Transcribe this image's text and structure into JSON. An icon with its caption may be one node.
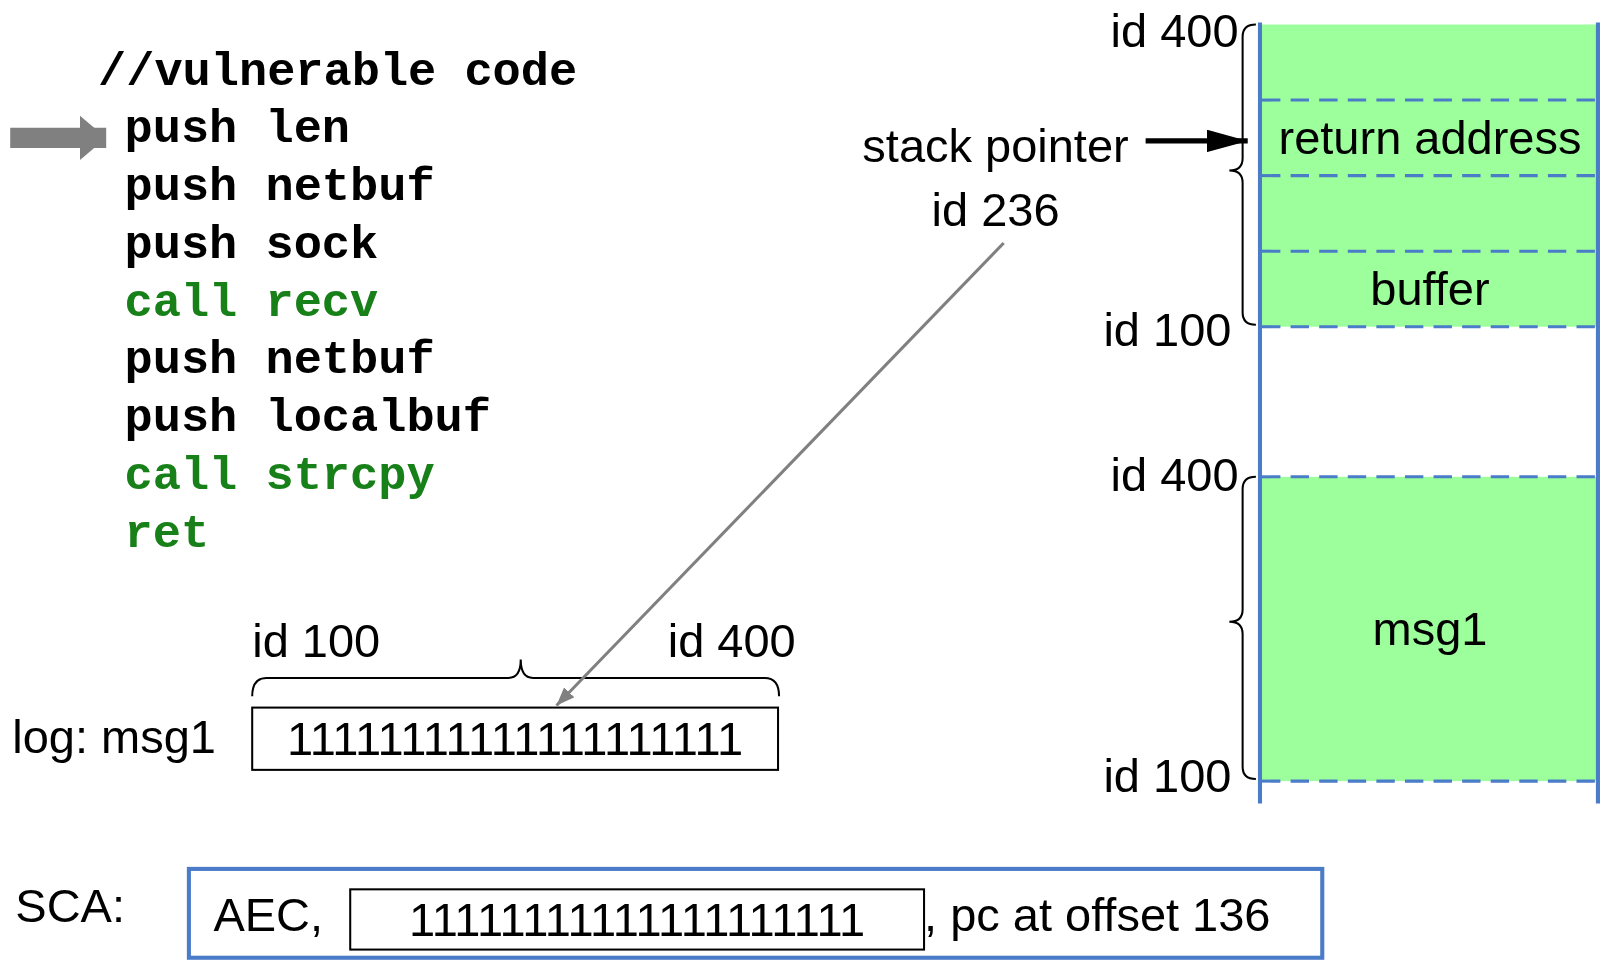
{
  "diagram": {
    "nodes": [
      {
        "text": [
          "push len"
        ]
      },
      {
        "text": [
          "stack pointer id 236"
        ]
      },
      {
        "text": [],
        "shape": "box"
      },
      {
        "text": [
          "return address"
        ],
        "in": 2
      },
      {
        "text": [
          "buffer"
        ],
        "in": 2
      },
      {
        "text": [
          "msg1"
        ]
      },
      {
        "text": [
          "11111111111111111111"
        ],
        "beside": [
          "log: msg1"
        ]
      },
      {
        "text": [
          "AEC,",
          ", pc at offset 136"
        ],
        "beside": [
          "SCA:"
        ]
      },
      {
        "text": [
          "11111111111111111111"
        ],
        "in": 7
      }
    ],
    "edges": [
      {
        "from": null,
        "to": 0,
        "arrow": "to",
        "style": "thick",
        "color": "#808080"
      },
      {
        "from": 1,
        "to": 2,
        "arrow": "to",
        "color": "#000000"
      },
      {
        "from": 1,
        "to": 6,
        "arrow": "to",
        "color": "#808080"
      }
    ],
    "labels": [
      "//vulnerable code",
      "push netbuf",
      "push sock",
      "call recv",
      "push netbuf",
      "push localbuf",
      "call strcpy",
      "ret",
      "id 400",
      "id 100",
      "id 400",
      "id 100",
      "id 100",
      "id 400"
    ]
  }
}
